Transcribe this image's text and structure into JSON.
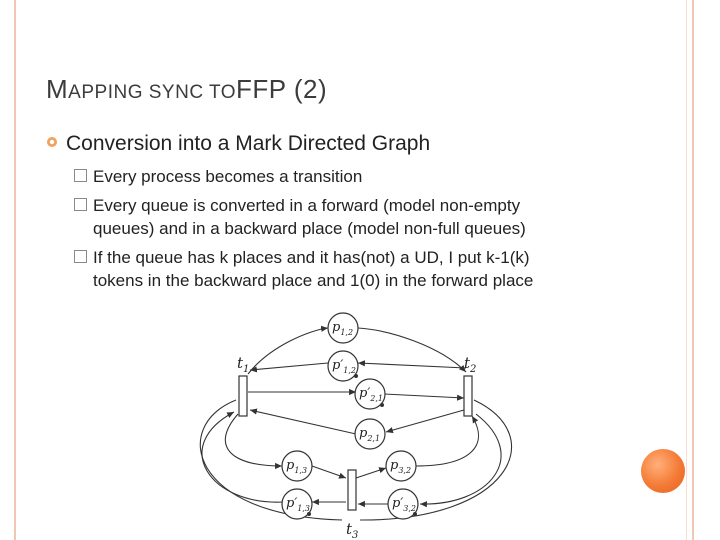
{
  "slide": {
    "title_cap": "M",
    "title_rest": "APPING SYNC TO",
    "title_tail": "FFP (2)",
    "bullet": "Conversion into a Mark Directed Graph",
    "sub_items": [
      {
        "line1": "Every process becomes a transition",
        "line2": ""
      },
      {
        "line1": "Every queue is converted in a forward (model non-empty",
        "line2": "queues) and in a backward place (model non-full queues)"
      },
      {
        "line1": "If the queue has k places and it has(not) a UD, I put k-1(k)",
        "line2": "tokens in the backward place and 1(0) in the forward place"
      }
    ]
  },
  "diagram": {
    "transitions": [
      "t1",
      "t2",
      "t3"
    ],
    "places": [
      "p1,2",
      "p'1,2",
      "p'2,1",
      "p2,1",
      "p1,3",
      "p3,2",
      "p'1,3",
      "p'3,2"
    ]
  },
  "colors": {
    "accent": "#f47a35",
    "frame": "#f2c6b4",
    "title": "#3c3c3c"
  }
}
